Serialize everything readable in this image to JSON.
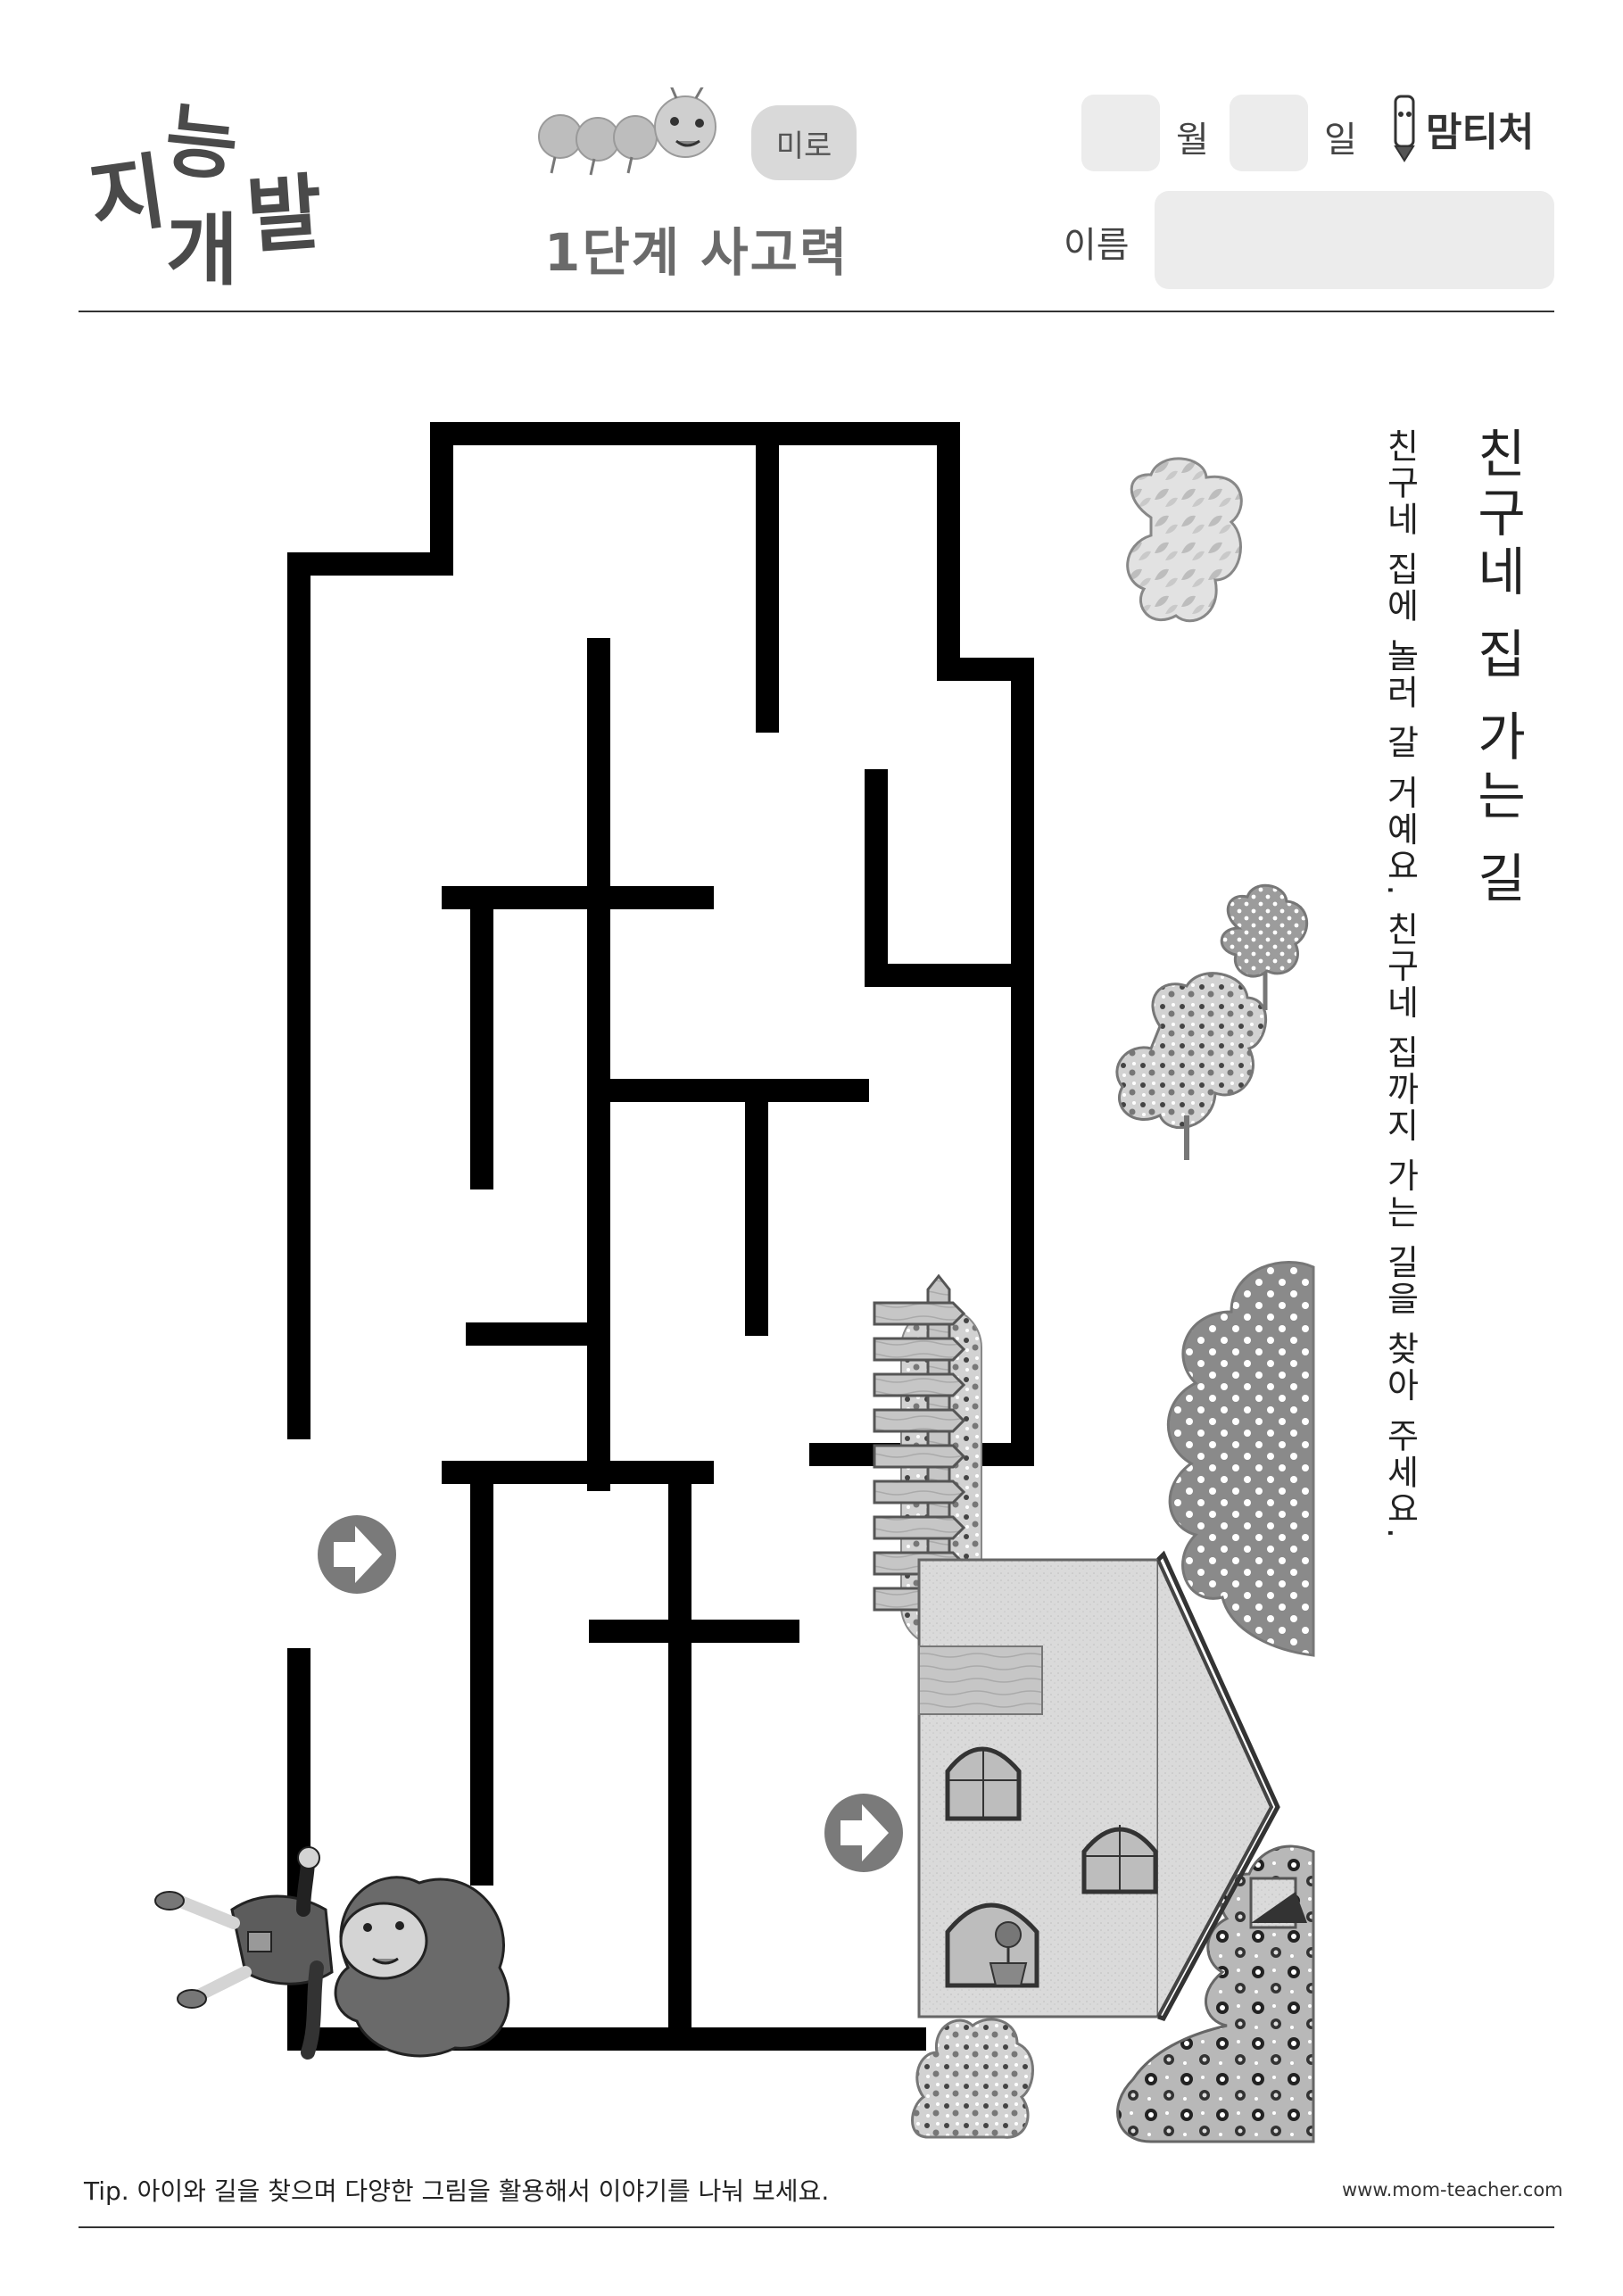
{
  "header": {
    "logo_chars": [
      "지",
      "능",
      "개",
      "발"
    ],
    "maze_tag": "미로",
    "level": "1단계 사고력",
    "month_label": "월",
    "day_label": "일",
    "name_label": "이름",
    "brand": "맘티처"
  },
  "worksheet": {
    "title": "친구네 집 가는 길",
    "instruction": "친구네 집에 놀러 갈 거예요. 친구네 집까지 가는 길을 찾아 주세요."
  },
  "footer": {
    "tip": "Tip. 아이와 길을 찾으며 다양한 그림을 활용해서 이야기를 나눠 보세요.",
    "site": "www.mom-teacher.com"
  },
  "colors": {
    "maze_wall": "#000000",
    "arrow": "#7a7a7a",
    "tag_bg": "#d9d9d9",
    "box_bg": "#ececec"
  },
  "icons": [
    "caterpillar-icon",
    "pencil-mascot-icon",
    "arrow-right-icon",
    "girl-illustration",
    "house-illustration",
    "fence-illustration",
    "tree-icon"
  ]
}
